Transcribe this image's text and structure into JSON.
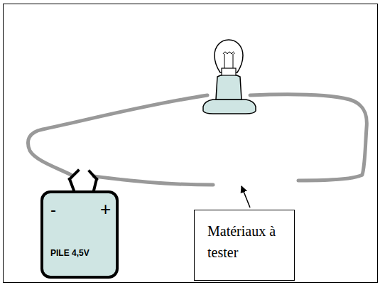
{
  "diagram": {
    "nodes": [
      {
        "text": [
          "-",
          "+",
          "PILE 4,5V"
        ]
      },
      {
        "text": [
          "Matériaux à tester"
        ]
      }
    ]
  }
}
